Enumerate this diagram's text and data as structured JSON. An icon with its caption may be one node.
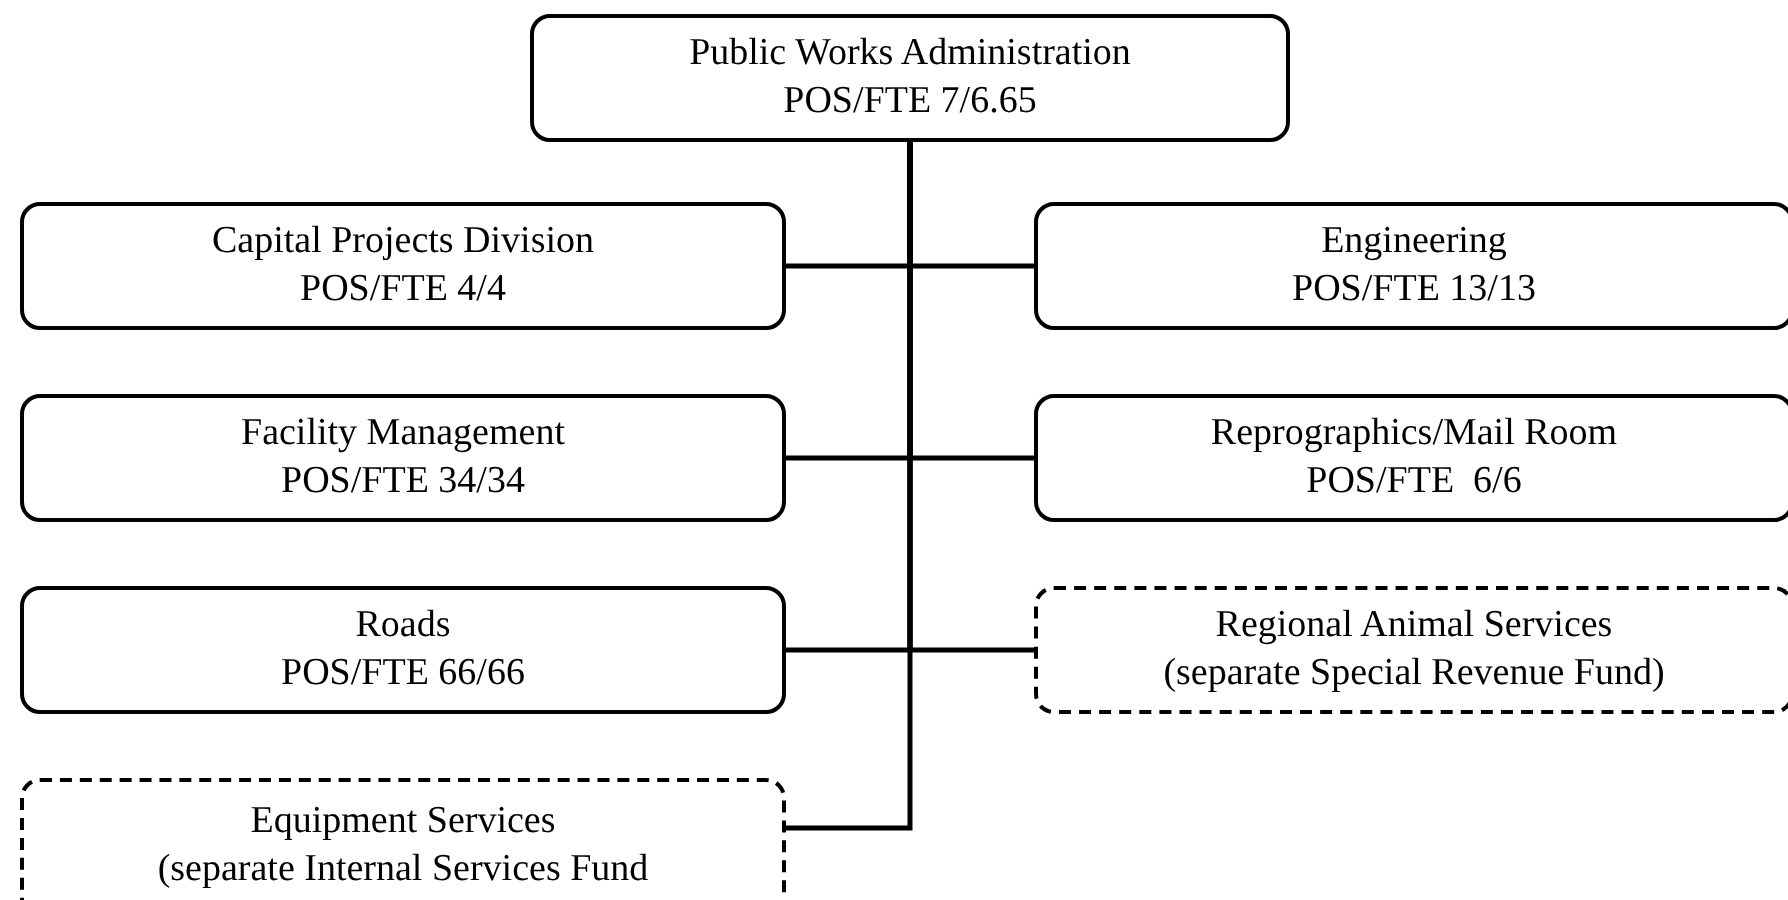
{
  "diagram": {
    "nodes": [
      {
        "text": [
          "Public Works Administration",
          "POS/FTE 7/6.65"
        ]
      },
      {
        "text": [
          "Capital Projects Division",
          "POS/FTE 4/4"
        ]
      },
      {
        "text": [
          "Engineering",
          "POS/FTE 13/13"
        ]
      },
      {
        "text": [
          "Facility Management",
          "POS/FTE 34/34"
        ]
      },
      {
        "text": [
          "Reprographics/Mail Room",
          "POS/FTE  6/6"
        ]
      },
      {
        "text": [
          "Roads",
          "POS/FTE 66/66"
        ]
      },
      {
        "text": [
          "Regional Animal Services",
          "(separate Special Revenue Fund)"
        ]
      },
      {
        "text": [
          "Equipment Services",
          "(separate Internal Services Fund"
        ]
      }
    ],
    "edges": [
      {
        "from": 0,
        "to": 1,
        "arrow": "none"
      },
      {
        "from": 0,
        "to": 2,
        "arrow": "none"
      },
      {
        "from": 0,
        "to": 3,
        "arrow": "none"
      },
      {
        "from": 0,
        "to": 4,
        "arrow": "none"
      },
      {
        "from": 0,
        "to": 5,
        "arrow": "none"
      },
      {
        "from": 0,
        "to": 6,
        "arrow": "none"
      },
      {
        "from": 0,
        "to": 7,
        "arrow": "none"
      }
    ]
  }
}
